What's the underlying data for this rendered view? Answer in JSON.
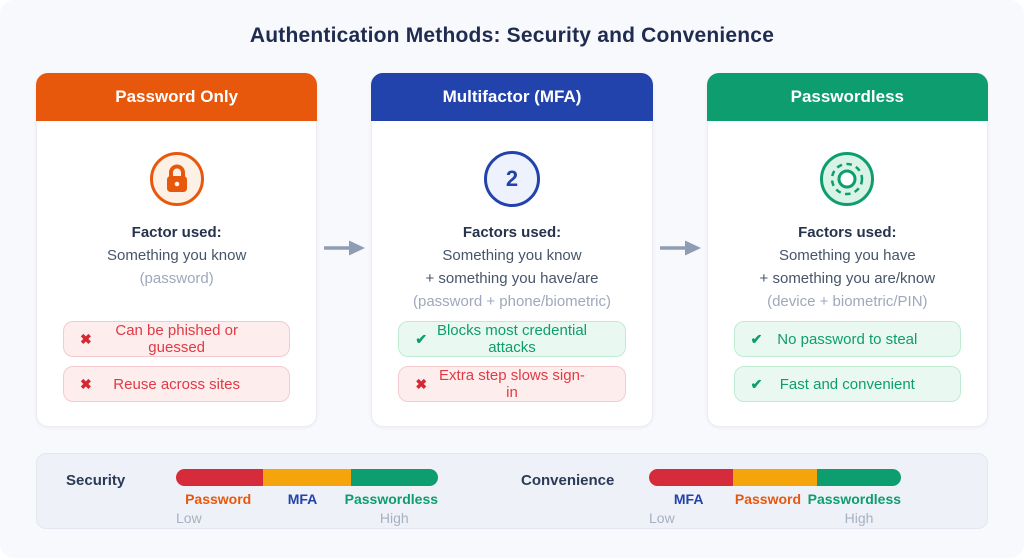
{
  "title": "Authentication Methods: Security and Convenience",
  "icons": {
    "pro": "✔",
    "con": "✖"
  },
  "colors": {
    "orange": "#E8580C",
    "blue": "#2343AC",
    "green": "#0E9D6E",
    "bar_red": "#D62B3A",
    "bar_amber": "#F5A50B",
    "bar_green": "#0E9D6E"
  },
  "cards": [
    {
      "header": "Password Only",
      "icon": "lock-icon",
      "factor_label": "Factor used:",
      "line1": "Something you know",
      "line2": "",
      "muted": "(password)",
      "points": [
        {
          "type": "con",
          "text": "Can be phished or guessed"
        },
        {
          "type": "con",
          "text": "Reuse across sites"
        }
      ]
    },
    {
      "header": "Multifactor (MFA)",
      "icon": "factor-count-badge",
      "icon_number": "2",
      "factor_label": "Factors used:",
      "line1": "Something you know",
      "line2": "+ something you have/are",
      "muted": "(password + phone/biometric)",
      "points": [
        {
          "type": "pro",
          "text": "Blocks most credential attacks"
        },
        {
          "type": "con",
          "text": "Extra step slows sign-in"
        }
      ]
    },
    {
      "header": "Passwordless",
      "icon": "biometric-icon",
      "factor_label": "Factors used:",
      "line1": "Something you have",
      "line2": "+ something you are/know",
      "muted": "(device + biometric/PIN)",
      "points": [
        {
          "type": "pro",
          "text": "No password to steal"
        },
        {
          "type": "pro",
          "text": "Fast and convenient"
        }
      ]
    }
  ],
  "meters": [
    {
      "label": "Security",
      "segment_labels": [
        "Password",
        "MFA",
        "Passwordless"
      ],
      "low": "Low",
      "high": "High"
    },
    {
      "label": "Convenience",
      "segment_labels": [
        "MFA",
        "Password",
        "Passwordless"
      ],
      "low": "Low",
      "high": "High"
    }
  ]
}
